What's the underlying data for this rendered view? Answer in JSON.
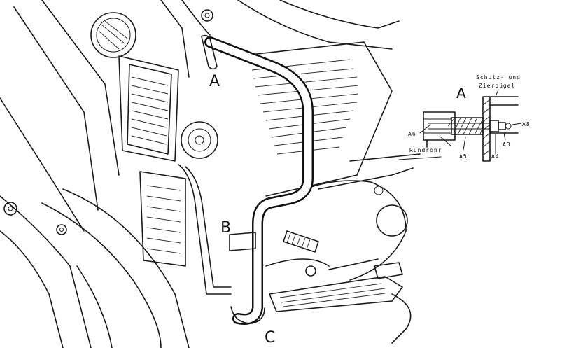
{
  "main_labels": {
    "a": "A",
    "b": "B",
    "c": "C"
  },
  "detail": {
    "letter": "A",
    "title_line1": "Schutz- und",
    "title_line2": "Zierbügel",
    "callouts": {
      "a6": "A6",
      "a8": "A8",
      "rundrohr": "Rundrohr",
      "a5": "A5",
      "a4": "A4",
      "a3": "A3"
    }
  }
}
